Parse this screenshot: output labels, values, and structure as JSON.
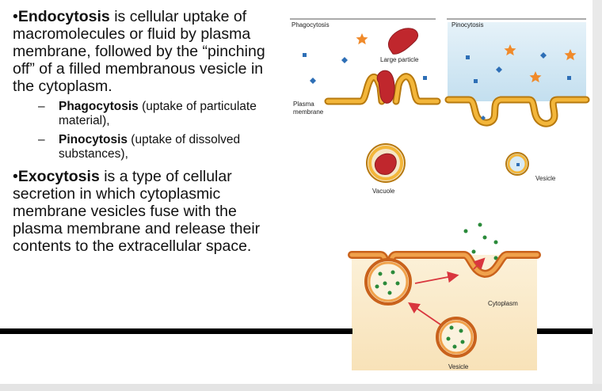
{
  "endocytosis": {
    "bullet": "•",
    "term": "Endocytosis",
    "text": " is cellular uptake of macromolecules or fluid by plasma membrane, followed by the “pinching off” of a filled membranous vesicle in the cytoplasm."
  },
  "sub_items": [
    {
      "dash": "–",
      "term": "Phagocytosis",
      "text": " (uptake of particulate material),"
    },
    {
      "dash": "–",
      "term": "Pinocytosis",
      "text": " (uptake of dissolved substances),"
    }
  ],
  "exocytosis": {
    "bullet": "•",
    "term": "Exocytosis",
    "text": " is a type of cellular secretion in which cytoplasmic membrane vesicles fuse with the plasma membrane and release their contents to the extracellular space."
  },
  "figures": {
    "phagocytosis": {
      "title": "Phagocytosis",
      "large_particle": "Large particle",
      "plasma_membrane_1": "Plasma",
      "plasma_membrane_2": "membrane",
      "vacuole": "Vacuole"
    },
    "pinocytosis": {
      "title": "Pinocytosis",
      "vesicle": "Vesicle"
    },
    "exocytosis": {
      "cytoplasm": "Cytoplasm",
      "vesicle": "Vesicle"
    }
  },
  "colors": {
    "membrane": "#e8a21d",
    "membrane_edge": "#b7790e",
    "particle": "#c0272d",
    "marker_blue": "#2e6fb6",
    "marker_orange": "#f08a2a",
    "exo_fill": "#c9621c",
    "dots": "#2a8a3a",
    "arrow": "#d9363e",
    "pino_bg": "#cfe6f3"
  }
}
